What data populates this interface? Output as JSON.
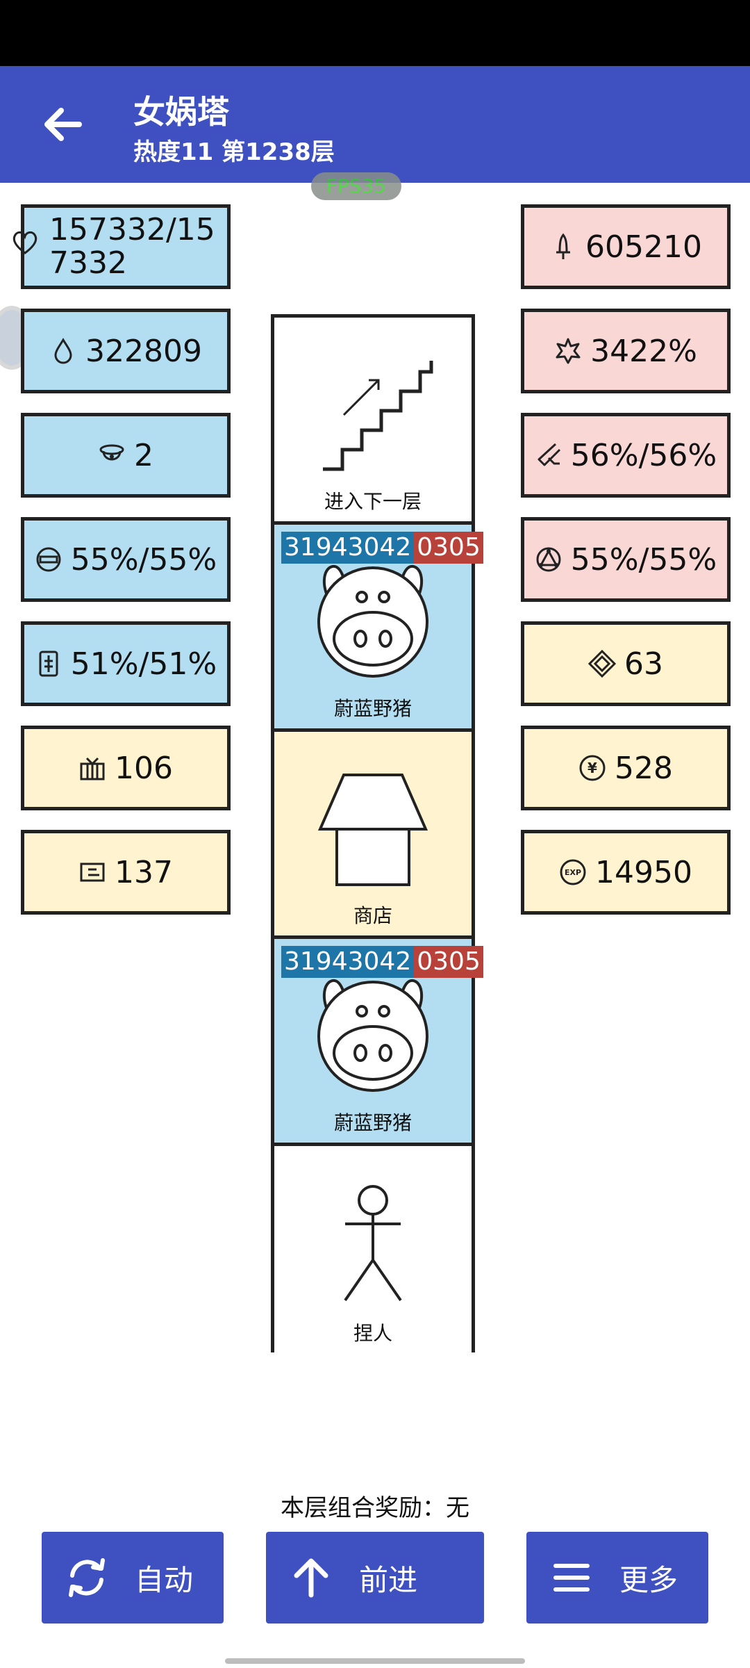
{
  "header": {
    "title": "女娲塔",
    "subtitle": "热度11 第1238层"
  },
  "fps": "FPS35",
  "left_stats": [
    {
      "icon": "heart-icon",
      "value": "157332/157332"
    },
    {
      "icon": "water-drop-icon",
      "value": "322809"
    },
    {
      "icon": "hat-icon",
      "value": "2"
    },
    {
      "icon": "circle-target-icon",
      "value": "55%/55%"
    },
    {
      "icon": "phone-icon",
      "value": "51%/51%"
    },
    {
      "icon": "crate-icon",
      "value": "106"
    },
    {
      "icon": "card-icon",
      "value": "137"
    }
  ],
  "right_stats": [
    {
      "icon": "sword-icon",
      "value": "605210"
    },
    {
      "icon": "burst-icon",
      "value": "3422%"
    },
    {
      "icon": "blade-icon",
      "value": "56%/56%"
    },
    {
      "icon": "triangle-circle-icon",
      "value": "55%/55%"
    },
    {
      "icon": "diamond-icon",
      "value": "63"
    },
    {
      "icon": "yen-coin-icon",
      "value": "528"
    },
    {
      "icon": "exp-icon",
      "value": "14950"
    }
  ],
  "tower": [
    {
      "type": "stairs",
      "label": "进入下一层"
    },
    {
      "type": "enemy",
      "label": "蔚蓝野猪",
      "power": "31943042",
      "level": "0305"
    },
    {
      "type": "shop",
      "label": "商店"
    },
    {
      "type": "enemy",
      "label": "蔚蓝野猪",
      "power": "31943042",
      "level": "0305"
    },
    {
      "type": "player",
      "label": "捏人"
    }
  ],
  "reward_text": "本层组合奖励：无",
  "buttons": {
    "auto": "自动",
    "advance": "前进",
    "more": "更多"
  },
  "colors": {
    "appbar": "#3f51c0",
    "blue_card": "#b3ddf0",
    "pink_card": "#f8d7d5",
    "cream_card": "#fff4cf",
    "power_badge": "#1e76a8",
    "level_badge": "#b8423a"
  }
}
